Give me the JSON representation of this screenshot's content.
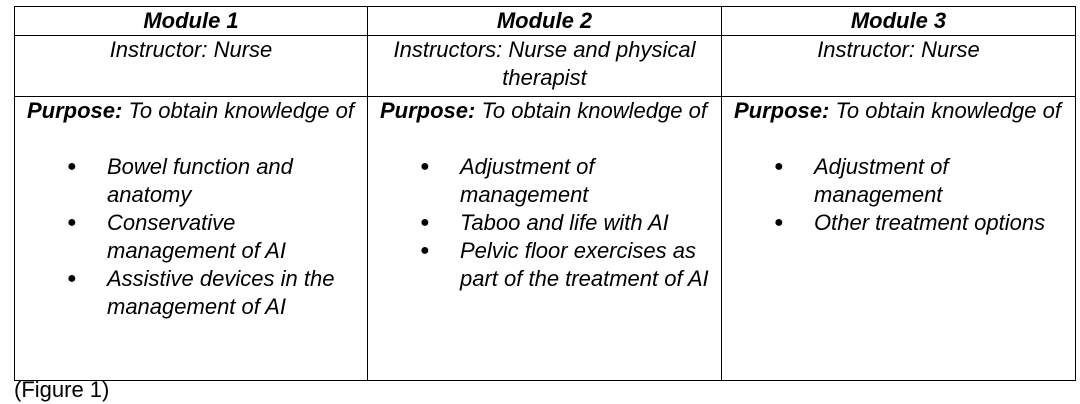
{
  "table": {
    "modules": [
      {
        "title": "Module 1",
        "instructor": "Instructor: Nurse",
        "purpose_label": "Purpose:",
        "purpose_text": " To obtain knowledge of",
        "topics": [
          "Bowel function and anatomy",
          "Conservative management of AI",
          "Assistive devices in the management of AI"
        ]
      },
      {
        "title": "Module 2",
        "instructor": "Instructors: Nurse and physical therapist",
        "purpose_label": "Purpose:",
        "purpose_text": " To obtain knowledge of",
        "topics": [
          "Adjustment of management",
          "Taboo and life with AI",
          "Pelvic floor exercises as part of the treatment of AI"
        ]
      },
      {
        "title": "Module 3",
        "instructor": "Instructor: Nurse",
        "purpose_label": "Purpose:",
        "purpose_text": " To obtain knowledge of",
        "topics": [
          "Adjustment of management",
          "Other treatment options"
        ]
      }
    ]
  },
  "caption": "(Figure 1)"
}
